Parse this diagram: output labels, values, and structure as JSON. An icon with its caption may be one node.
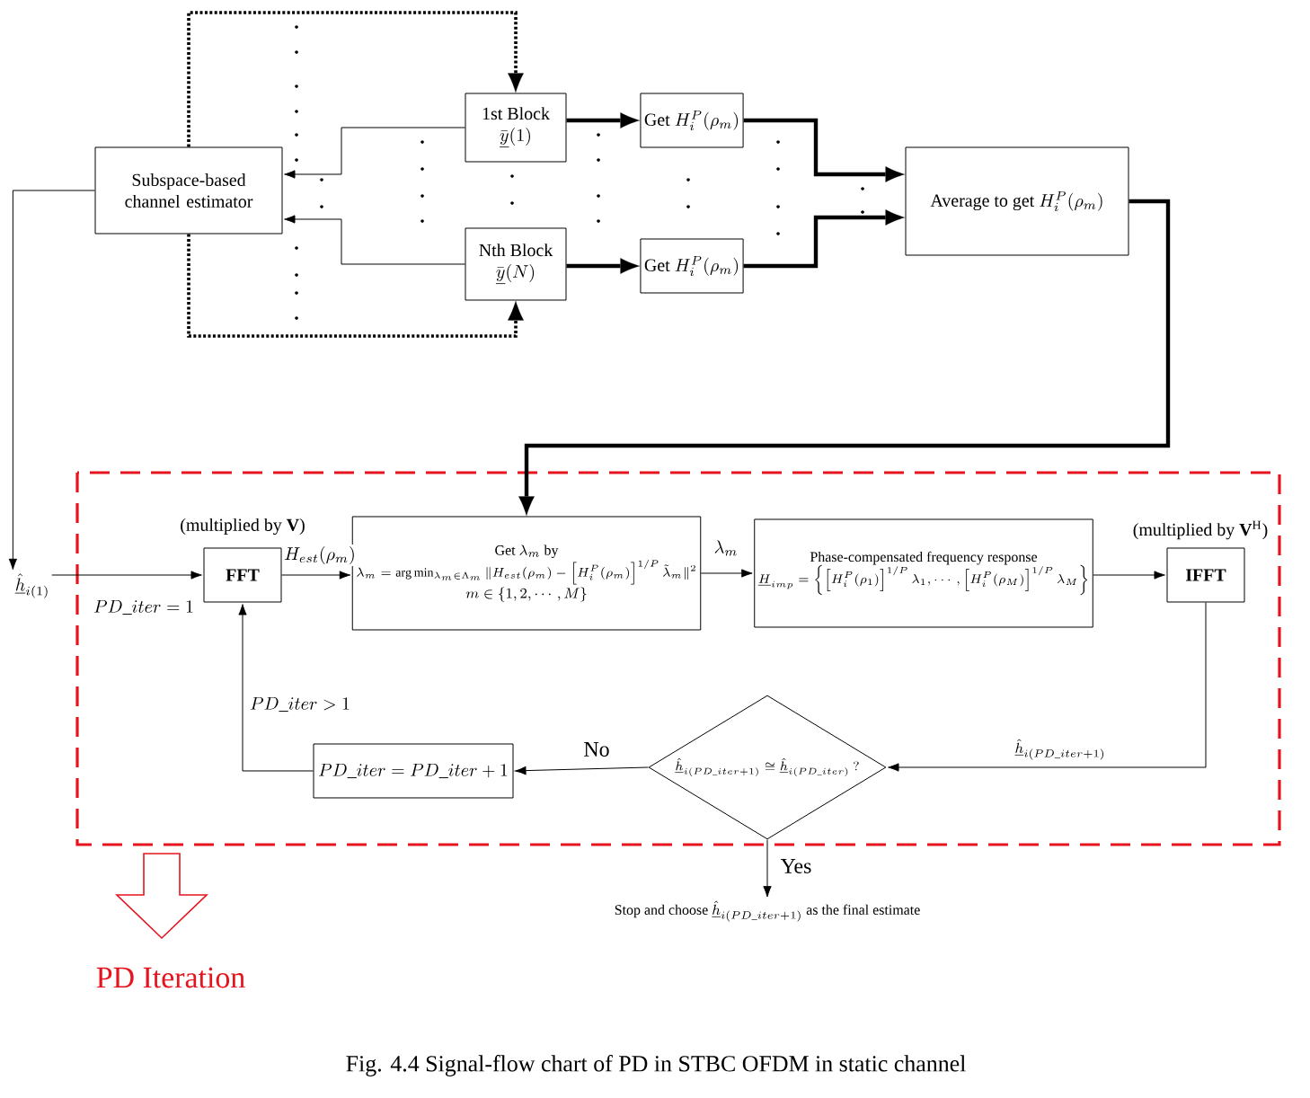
{
  "diagram": {
    "caption": "Fig. 4.4 Signal-flow chart of PD in STBC OFDM in static channel",
    "nodes": [
      {
        "text": [
          "Subspace-based channel estimator"
        ]
      },
      {
        "text": [
          "1st Block",
          "\\bar{\\underline{y}}(1)"
        ]
      },
      {
        "text": [
          "Nth Block",
          "\\bar{\\underline{y}}(N)"
        ]
      },
      {
        "text": [
          "\\text{Get }H_i^P(\\rho_m)"
        ]
      },
      {
        "text": [
          "\\text{Get }H_i^P(\\rho_m)"
        ]
      },
      {
        "text": [
          "\\text{Average to get }H_i^P(\\rho_m)"
        ]
      },
      {
        "text": [
          "\\hat{\\underline{h}}_{i(1)}"
        ]
      },
      {
        "text": [
          "FFT"
        ],
        "beside": [
          "(multiplied by **V**)"
        ]
      },
      {
        "text": [
          "\\text{Get }\\lambda_m\\text{ by}",
          "\\lambda_m=\\arg\\min_{\\lambda_m\\in\\Lambda_m}\\|H_{est}(\\rho_m)-\\left[H_i^P(\\rho_m)\\right]^{1/P}\\tilde{\\lambda}_m\\|^2",
          "m\\in\\left\\{1,2,\\cdots,M\\right\\}"
        ]
      },
      {
        "text": [
          "Phase-compensated frequency response",
          "\\underline{H}_{imp}=\\left\\{\\left[H_i^P(\\rho_1)\\right]^{1/P}\\lambda_1,\\cdots,\\left[H_i^P(\\rho_M)\\right]^{1/P}\\lambda_M\\right\\}"
        ]
      },
      {
        "text": [
          "IFFT"
        ],
        "beside": [
          "(multiplied by **V**$^{H}$)"
        ]
      },
      {
        "text": [
          "\\hat{\\underline{h}}_{i(PD\\_iter+1)}\\cong\\hat{\\underline{h}}_{i(PD\\_iter)}\\ ?"
        ]
      },
      {
        "text": [
          "PD\\_iter=PD\\_iter+1"
        ]
      },
      {
        "text": [
          "\\text{Stop and choose }\\hat{\\underline{h}}_{i(PD\\_iter+1)}\\text{ as the final estimate}"
        ]
      }
    ],
    "edges": [
      {
        "from": 0,
        "to": 1,
        "arrow": "to",
        "style": "dashed"
      },
      {
        "from": 0,
        "to": 2,
        "arrow": "to",
        "style": "dashed"
      },
      {
        "from": 1,
        "to": 0,
        "arrow": "to"
      },
      {
        "from": 2,
        "to": 0,
        "arrow": "to"
      },
      {
        "from": 1,
        "to": 3,
        "arrow": "to",
        "style": "thick"
      },
      {
        "from": 2,
        "to": 4,
        "arrow": "to",
        "style": "thick"
      },
      {
        "from": 3,
        "to": 5,
        "arrow": "to",
        "style": "thick"
      },
      {
        "from": 4,
        "to": 5,
        "arrow": "to",
        "style": "thick"
      },
      {
        "from": 5,
        "to": 8,
        "arrow": "to",
        "style": "thick"
      },
      {
        "from": 0,
        "to": 6,
        "arrow": "to"
      },
      {
        "from": 6,
        "to": 7,
        "arrow": "to",
        "label": "PD\\_iter=1"
      },
      {
        "from": 7,
        "to": 8,
        "arrow": "to",
        "label": "H_{est}(\\rho_m)"
      },
      {
        "from": 8,
        "to": 9,
        "arrow": "to",
        "label": "\\lambda_m"
      },
      {
        "from": 9,
        "to": 10,
        "arrow": "to"
      },
      {
        "from": 10,
        "to": 11,
        "arrow": "to",
        "label": "\\hat{\\underline{h}}_{i(PD\\_iter+1)}"
      },
      {
        "from": 11,
        "to": 12,
        "arrow": "to",
        "label": "No"
      },
      {
        "from": 12,
        "to": 7,
        "arrow": "to",
        "label": "PD\\_iter>1"
      },
      {
        "from": 11,
        "to": 13,
        "arrow": "to",
        "label": "Yes"
      }
    ],
    "labels": [
      "PD Iteration"
    ]
  }
}
